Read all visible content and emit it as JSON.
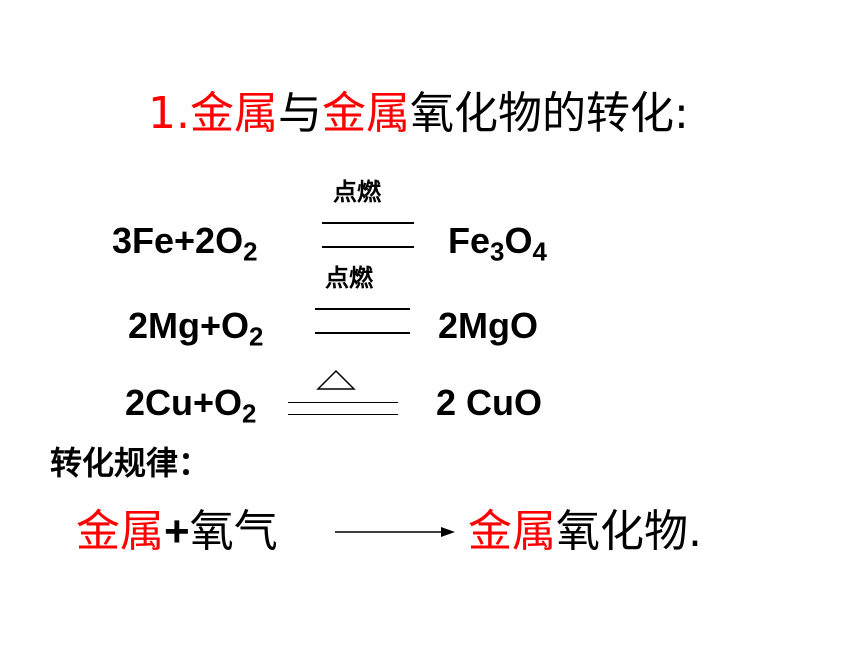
{
  "title": {
    "num": "1.",
    "a": "金属",
    "b": "与",
    "c": "金属",
    "d": "氧化物的转化:"
  },
  "equations": [
    {
      "lhs": {
        "coef": "3Fe+2O",
        "sub": "2"
      },
      "condition": "点燃",
      "rhs_parts": [
        "Fe",
        "3",
        "O",
        "4"
      ]
    },
    {
      "lhs": {
        "coef": "2Mg+O",
        "sub": "2"
      },
      "condition": "点燃",
      "rhs": "2MgO"
    },
    {
      "lhs": {
        "coef": "2Cu+O",
        "sub": "2"
      },
      "condition_icon": "heat-triangle-icon",
      "rhs": "2 CuO"
    }
  ],
  "rule_label": "转化规律：",
  "rule": {
    "metal": "金属",
    "plus": "+",
    "oxygen": "氧气",
    "product": "金属",
    "product_rest": "氧化物."
  },
  "colors": {
    "accent": "#ff0000",
    "text": "#000000"
  }
}
